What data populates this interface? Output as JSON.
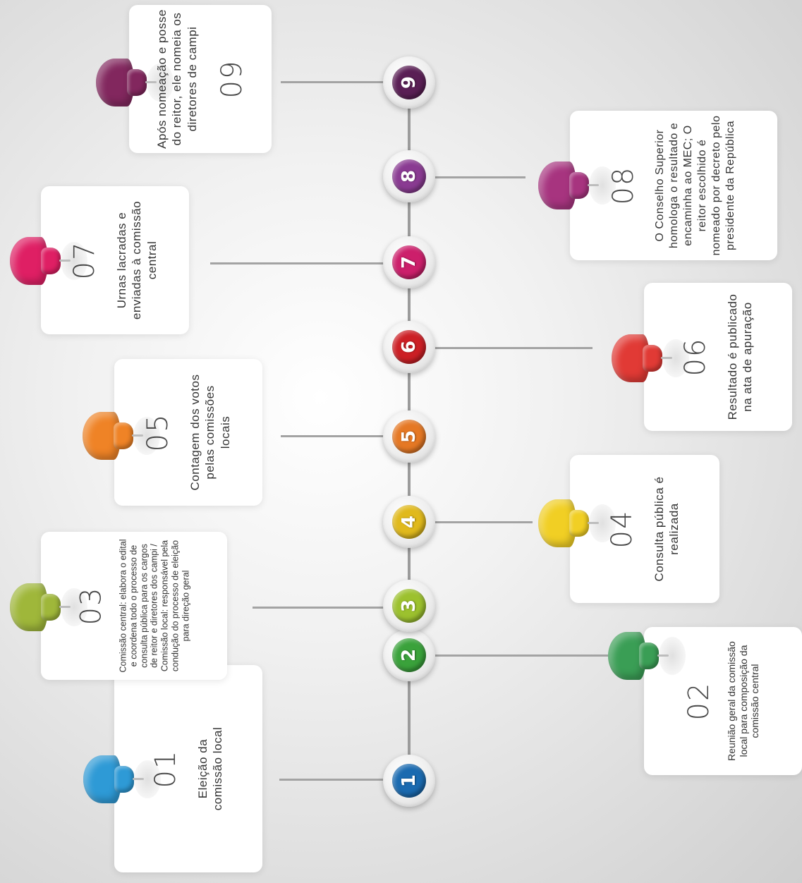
{
  "steps": [
    {
      "number": "01",
      "node_label": "1",
      "text": "Eleição da comissão local",
      "color": "#1a6ab0",
      "pin_color": "#2e9ad6"
    },
    {
      "number": "02",
      "node_label": "2",
      "text": "Reunião geral da comissão local para composição da comissão central",
      "color": "#3aa23b",
      "pin_color": "#3a9e55"
    },
    {
      "number": "03",
      "node_label": "3",
      "text": "Comissão central: elabora o edital e coordena todo o processo de consulta pública para os cargos de reitor e diretores dos campi / Comissão local: responsável pela condução do processo de eleição para direção geral",
      "color": "#9cc12e",
      "pin_color": "#9fb73a"
    },
    {
      "number": "04",
      "node_label": "4",
      "text": "Consulta pública é realizada",
      "color": "#e0b91c",
      "pin_color": "#f1cf24"
    },
    {
      "number": "05",
      "node_label": "5",
      "text": "Contagem dos votos pelas comissões locais",
      "color": "#e57824",
      "pin_color": "#ef8326"
    },
    {
      "number": "06",
      "node_label": "6",
      "text": "Resultado é publicado na ata de apuração",
      "color": "#cc1f25",
      "pin_color": "#e13a35"
    },
    {
      "number": "07",
      "node_label": "7",
      "text": "Urnas lacradas e enviadas à comissão central",
      "color": "#cc1f6b",
      "pin_color": "#df1f64"
    },
    {
      "number": "08",
      "node_label": "8",
      "text": "O Conselho Superior homologa o resultado e encaminha ao MEC; O reitor escolhido é nomeado por decreto pelo presidente da República",
      "color": "#8a3b92",
      "pin_color": "#a7347f"
    },
    {
      "number": "09",
      "node_label": "9",
      "text": "Após nomeação e posse do reitor, ele nomeia os diretores de campi",
      "color": "#5a1f55",
      "pin_color": "#82275e"
    }
  ]
}
